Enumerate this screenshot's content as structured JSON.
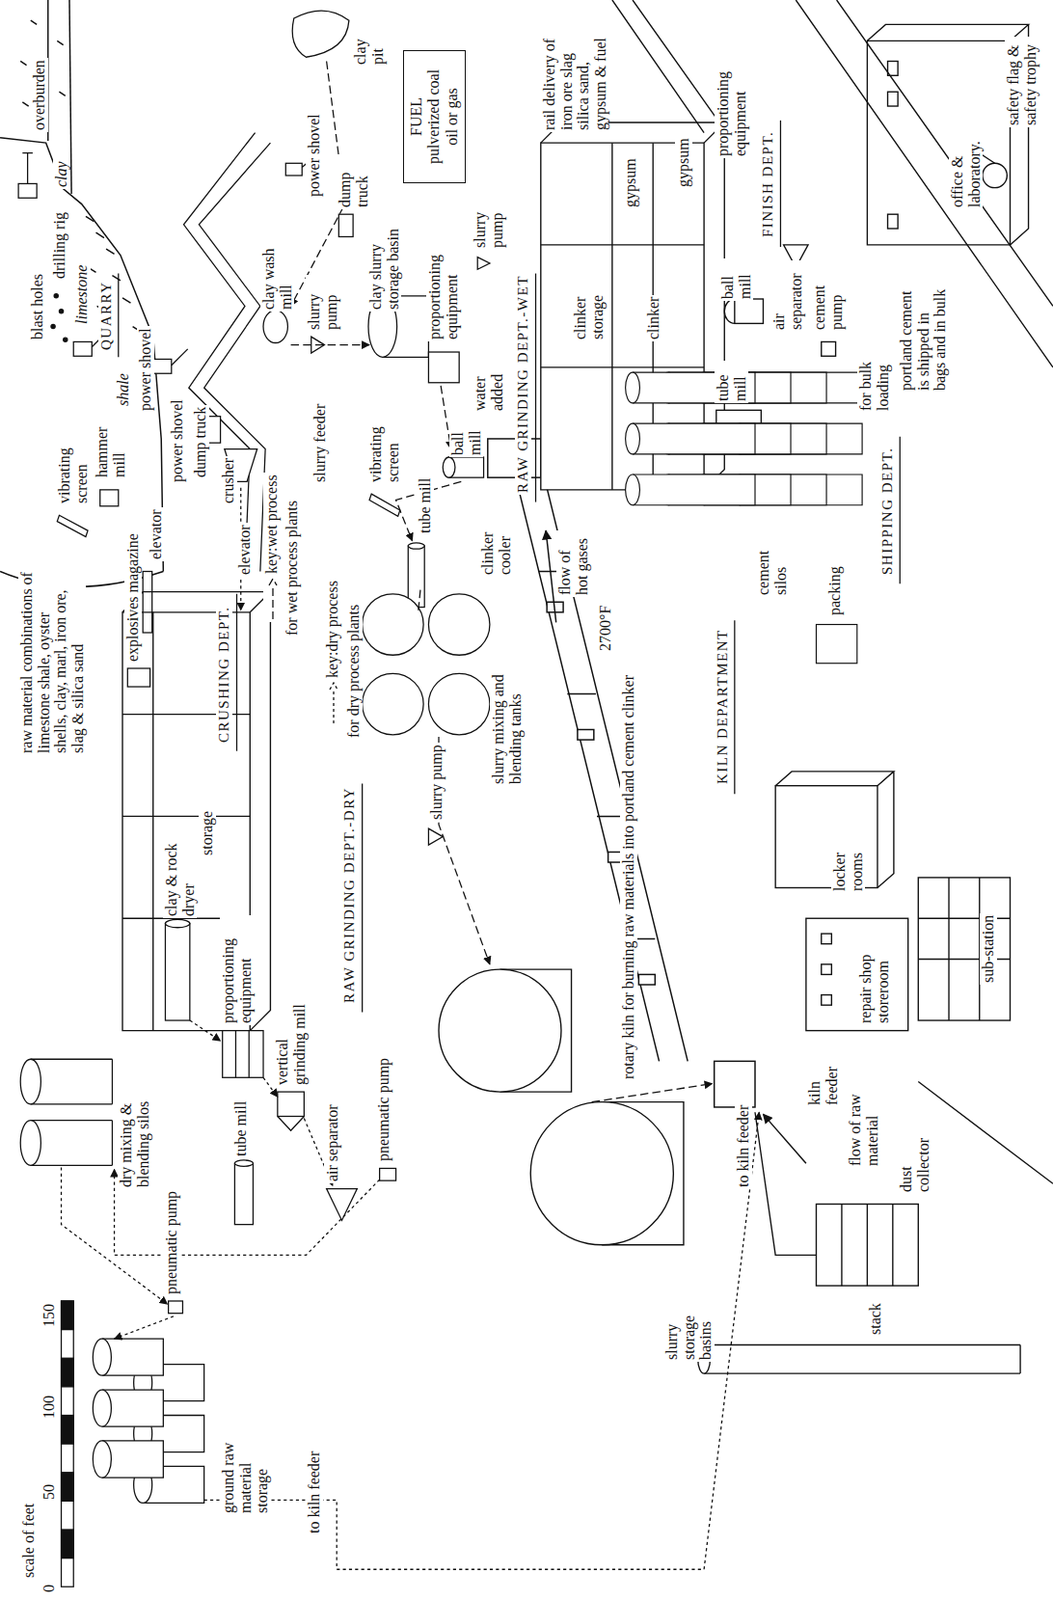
{
  "diagram": {
    "nodes": [
      {
        "text": [
          "FUEL",
          "pulverized coal oil or gas"
        ]
      }
    ],
    "labels": [
      "overburden",
      "clay",
      "drilling rig",
      "blast holes",
      "limestone",
      "QUARRY",
      "shale",
      "power shovel",
      "power shovel",
      "dump truck",
      "elevator",
      "crusher",
      "vibrating screen",
      "hammer mill",
      "explosives magazine",
      "raw material combinations of limestone shale, oyster shells, clay, marl, iron ore, slag & silica sand",
      "elevator",
      "storage",
      "CRUSHING DEPT.",
      "clay & rock dryer",
      "proportioning equipment",
      "vertical grinding mill",
      "tube mill",
      "air separator",
      "pneumatic pump",
      "RAW GRINDING DEPT.-DRY",
      "dry mixing & blending silos",
      "pneumatic pump",
      "ground raw material storage",
      "to kiln feeder",
      "scale of feet",
      "0",
      "50",
      "100",
      "150",
      "clay pit",
      "power shovel",
      "dump truck",
      "clay wash mill",
      "slurry pump",
      "clay slurry storage basin",
      "slurry pump",
      "proportioning equipment",
      "water added",
      "ball mill",
      "slurry feeder",
      "vibrating screen",
      "tube mill",
      "RAW GRINDING DEPT.-WET",
      "slurry mixing and blending tanks",
      "slurry pump",
      "for wet process plants",
      "for dry process plants",
      "rotary kiln for burning raw materials into portland cement clinker",
      "2700°F",
      "flow of hot gases",
      "clinker cooler",
      "KILN DEPARTMENT",
      "kiln feeder",
      "flow of raw material",
      "slurry storage basins",
      "to kiln feeder",
      "rail delivery of iron ore slag silica sand, gypsum & fuel",
      "clinker storage",
      "gypsum",
      "clinker",
      "gypsum",
      "proportioning equipment",
      "FINISH DEPT.",
      "ball mill",
      "air separator",
      "cement pump",
      "tube mill",
      "cement silos",
      "for bulk loading",
      "portland cement is shipped in bags and in bulk",
      "packing",
      "SHIPPING DEPT.",
      "office & laboratory.",
      "safety flag & safety trophy",
      "locker rooms",
      "repair shop storeroom",
      "sub-station",
      "dust collector",
      "stack"
    ],
    "legend": [
      {
        "text": "key:wet process"
      },
      {
        "text": "key:dry process"
      }
    ]
  }
}
